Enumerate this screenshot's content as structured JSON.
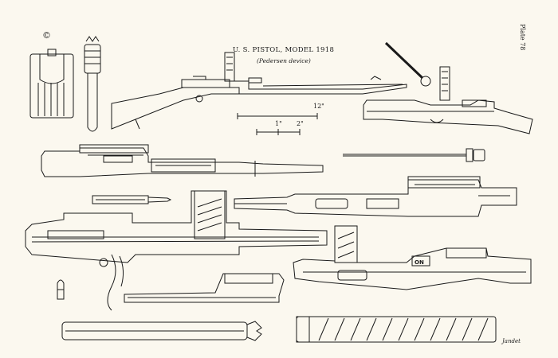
{
  "plate": {
    "title": "U. S. PISTOL, MODEL 1918",
    "subtitle": "(Pedersen device)",
    "plate_label": "Plate 78",
    "copyright_mark": "©",
    "signature": "Jandet",
    "caption_bottom_left": "",
    "on_mark": "ON"
  },
  "scale": {
    "large_mark": "12\"",
    "small_mark_1": "1\"",
    "small_mark_2": "2\""
  },
  "colors": {
    "paper": "#fbf8ef",
    "ink": "#1a1a1a"
  }
}
